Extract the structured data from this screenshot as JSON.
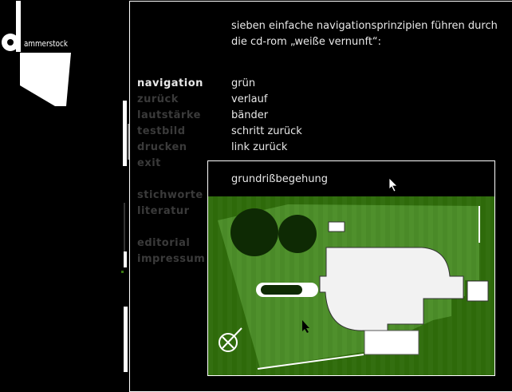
{
  "logo": {
    "text": "ammerstock",
    "letter": "d"
  },
  "intro": {
    "line1": "sieben einfache navigationsprinzipien führen durch",
    "line2": "die cd-rom „weiße vernunft“:"
  },
  "menu": [
    {
      "label": "navigation",
      "active": true
    },
    {
      "label": "zurück"
    },
    {
      "label": "lautstärke"
    },
    {
      "label": "testbild"
    },
    {
      "label": "drucken"
    },
    {
      "label": "exit"
    },
    {
      "label": "stichworte"
    },
    {
      "label": "literatur"
    },
    {
      "label": "editorial"
    },
    {
      "label": "impressum"
    }
  ],
  "principles": [
    "grün",
    "verlauf",
    "bänder",
    "schritt zurück",
    "link zurück"
  ],
  "preview": {
    "title": "grundrißbegehung"
  },
  "colors": {
    "green": "#2e6a0a",
    "green_light": "#4a8a28",
    "tree": "#0e2a04"
  }
}
